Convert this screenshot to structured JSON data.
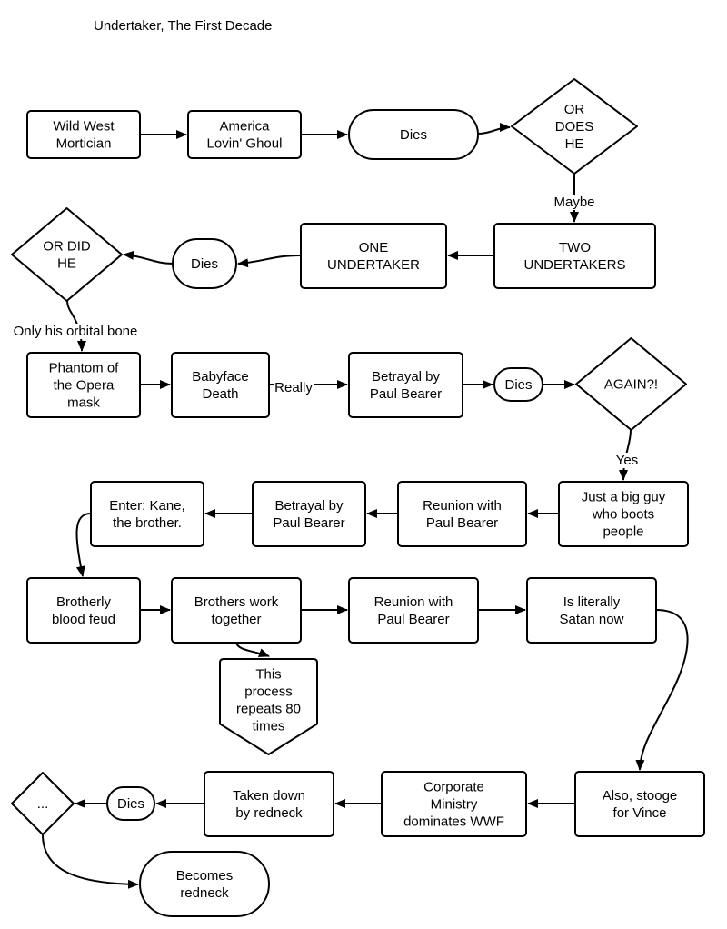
{
  "title": "Undertaker, The First Decade",
  "nodes": {
    "wild_west": {
      "type": "process",
      "lines": [
        "Wild West",
        "Mortician"
      ]
    },
    "america_ghoul": {
      "type": "process",
      "lines": [
        "America",
        "Lovin' Ghoul"
      ]
    },
    "dies_1": {
      "type": "terminator",
      "lines": [
        "Dies"
      ]
    },
    "or_does_he": {
      "type": "decision",
      "lines": [
        "OR",
        "DOES",
        "HE"
      ]
    },
    "two_undertakers": {
      "type": "process",
      "lines": [
        "TWO",
        "UNDERTAKERS"
      ]
    },
    "one_undertaker": {
      "type": "process",
      "lines": [
        "ONE",
        "UNDERTAKER"
      ]
    },
    "dies_2": {
      "type": "terminator",
      "lines": [
        "Dies"
      ]
    },
    "or_did_he": {
      "type": "decision",
      "lines": [
        "OR DID",
        "HE"
      ]
    },
    "phantom_mask": {
      "type": "process",
      "lines": [
        "Phantom of",
        "the Opera",
        "mask"
      ]
    },
    "babyface_death": {
      "type": "process",
      "lines": [
        "Babyface",
        "Death"
      ]
    },
    "betrayal_1": {
      "type": "process",
      "lines": [
        "Betrayal by",
        "Paul Bearer"
      ]
    },
    "dies_3": {
      "type": "terminator",
      "lines": [
        "Dies"
      ]
    },
    "again": {
      "type": "decision",
      "lines": [
        "AGAIN?!"
      ]
    },
    "big_guy": {
      "type": "process",
      "lines": [
        "Just a big guy",
        "who boots",
        "people"
      ]
    },
    "reunion_1": {
      "type": "process",
      "lines": [
        "Reunion with",
        "Paul Bearer"
      ]
    },
    "betrayal_2": {
      "type": "process",
      "lines": [
        "Betrayal by",
        "Paul Bearer"
      ]
    },
    "enter_kane": {
      "type": "process",
      "lines": [
        "Enter: Kane,",
        "the brother."
      ]
    },
    "blood_feud": {
      "type": "process",
      "lines": [
        "Brotherly",
        "blood feud"
      ]
    },
    "brothers_work": {
      "type": "process",
      "lines": [
        "Brothers work",
        "together"
      ]
    },
    "repeats": {
      "type": "offpage",
      "lines": [
        "This",
        "process",
        "repeats 80",
        "times"
      ]
    },
    "reunion_2": {
      "type": "process",
      "lines": [
        "Reunion with",
        "Paul Bearer"
      ]
    },
    "satan": {
      "type": "process",
      "lines": [
        "Is literally",
        "Satan now"
      ]
    },
    "stooge": {
      "type": "process",
      "lines": [
        "Also, stooge",
        "for Vince"
      ]
    },
    "corporate": {
      "type": "process",
      "lines": [
        "Corporate",
        "Ministry",
        "dominates WWF"
      ]
    },
    "taken_down": {
      "type": "process",
      "lines": [
        "Taken down",
        "by redneck"
      ]
    },
    "dies_4": {
      "type": "terminator",
      "lines": [
        "Dies"
      ]
    },
    "ellipsis": {
      "type": "decision",
      "lines": [
        "..."
      ]
    },
    "becomes_redneck": {
      "type": "terminator",
      "lines": [
        "Becomes",
        "redneck"
      ]
    }
  },
  "edges": [
    {
      "from": "wild_west",
      "to": "america_ghoul",
      "label": ""
    },
    {
      "from": "america_ghoul",
      "to": "dies_1",
      "label": ""
    },
    {
      "from": "dies_1",
      "to": "or_does_he",
      "label": ""
    },
    {
      "from": "or_does_he",
      "to": "two_undertakers",
      "label": "Maybe"
    },
    {
      "from": "two_undertakers",
      "to": "one_undertaker",
      "label": ""
    },
    {
      "from": "one_undertaker",
      "to": "dies_2",
      "label": ""
    },
    {
      "from": "dies_2",
      "to": "or_did_he",
      "label": ""
    },
    {
      "from": "or_did_he",
      "to": "phantom_mask",
      "label": "Only his orbital bone"
    },
    {
      "from": "phantom_mask",
      "to": "babyface_death",
      "label": ""
    },
    {
      "from": "babyface_death",
      "to": "betrayal_1",
      "label": "Really"
    },
    {
      "from": "betrayal_1",
      "to": "dies_3",
      "label": ""
    },
    {
      "from": "dies_3",
      "to": "again",
      "label": ""
    },
    {
      "from": "again",
      "to": "big_guy",
      "label": "Yes"
    },
    {
      "from": "big_guy",
      "to": "reunion_1",
      "label": ""
    },
    {
      "from": "reunion_1",
      "to": "betrayal_2",
      "label": ""
    },
    {
      "from": "betrayal_2",
      "to": "enter_kane",
      "label": ""
    },
    {
      "from": "enter_kane",
      "to": "blood_feud",
      "label": ""
    },
    {
      "from": "blood_feud",
      "to": "brothers_work",
      "label": ""
    },
    {
      "from": "brothers_work",
      "to": "repeats",
      "label": ""
    },
    {
      "from": "brothers_work",
      "to": "reunion_2",
      "label": ""
    },
    {
      "from": "reunion_2",
      "to": "satan",
      "label": ""
    },
    {
      "from": "satan",
      "to": "stooge",
      "label": ""
    },
    {
      "from": "stooge",
      "to": "corporate",
      "label": ""
    },
    {
      "from": "corporate",
      "to": "taken_down",
      "label": ""
    },
    {
      "from": "taken_down",
      "to": "dies_4",
      "label": ""
    },
    {
      "from": "dies_4",
      "to": "ellipsis",
      "label": ""
    },
    {
      "from": "ellipsis",
      "to": "becomes_redneck",
      "label": ""
    }
  ]
}
